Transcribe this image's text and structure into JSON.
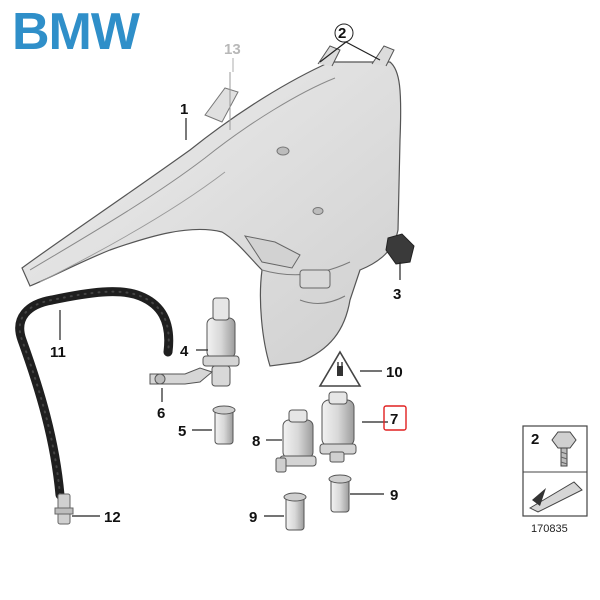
{
  "brand": {
    "name": "BMW",
    "color": "#2f8fc9"
  },
  "callouts": [
    {
      "id": "c1",
      "label": "1"
    },
    {
      "id": "c2",
      "label": "2"
    },
    {
      "id": "c3",
      "label": "3"
    },
    {
      "id": "c4",
      "label": "4"
    },
    {
      "id": "c5",
      "label": "5"
    },
    {
      "id": "c6",
      "label": "6"
    },
    {
      "id": "c7",
      "label": "7",
      "highlight_color": "#e02020"
    },
    {
      "id": "c8",
      "label": "8"
    },
    {
      "id": "c9a",
      "label": "9"
    },
    {
      "id": "c9b",
      "label": "9"
    },
    {
      "id": "c10",
      "label": "10"
    },
    {
      "id": "c11",
      "label": "11"
    },
    {
      "id": "c12",
      "label": "12"
    },
    {
      "id": "c13",
      "label": "13",
      "faded": true
    }
  ],
  "legend_box": {
    "part_label": "2"
  },
  "diagram_number": "170835",
  "colors": {
    "part_fill": "#e4e4e4",
    "part_stroke": "#555555",
    "hose": "#1f1f1f",
    "highlight": "#e02020"
  }
}
